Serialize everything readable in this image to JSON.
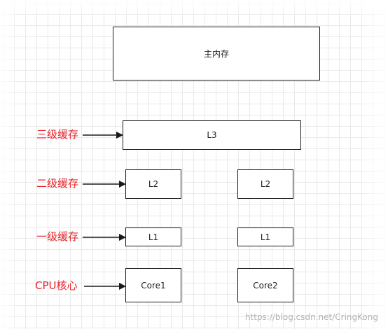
{
  "diagram": {
    "main_memory": "主内存",
    "l3": "L3",
    "l2_left": "L2",
    "l2_right": "L2",
    "l1_left": "L1",
    "l1_right": "L1",
    "core1": "Core1",
    "core2": "Core2"
  },
  "labels": {
    "l3_cache": "三级缓存",
    "l2_cache": "二级缓存",
    "l1_cache": "一级缓存",
    "cpu_core": "CPU核心"
  },
  "watermark": "https://blog.csdn.net/CringKong",
  "colors": {
    "label": "#e5242a",
    "box_border": "#1a1a1a",
    "watermark": "#b3b3b3"
  }
}
